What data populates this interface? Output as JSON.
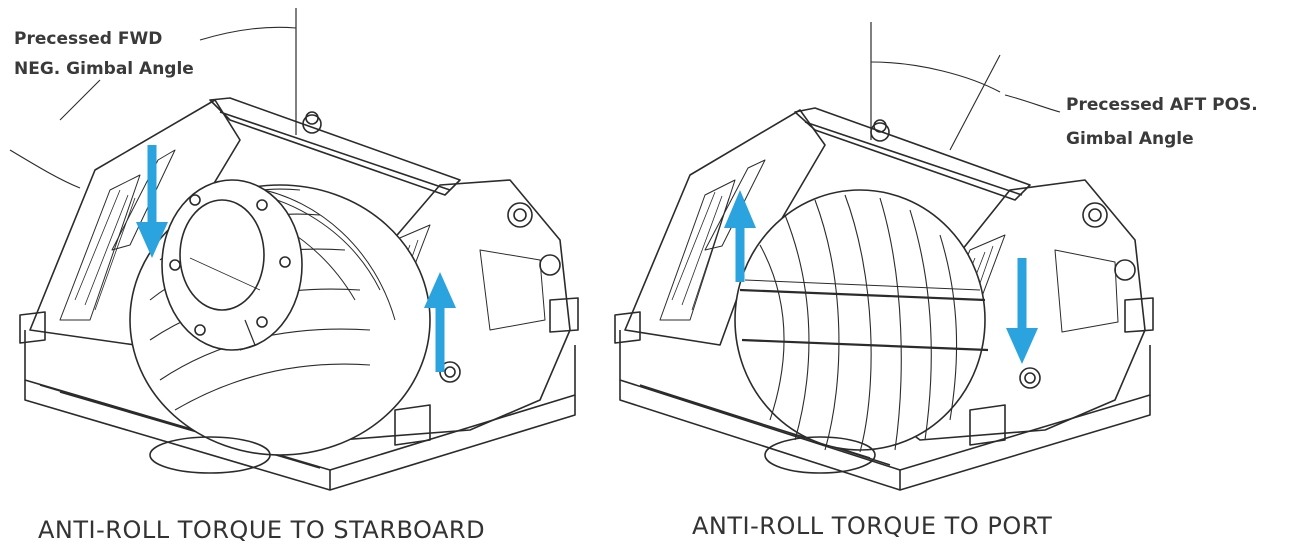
{
  "left_figure": {
    "label_line1": "Precessed FWD",
    "label_line2": "NEG. Gimbal Angle",
    "caption": "ANTI-ROLL TORQUE TO STARBOARD"
  },
  "right_figure": {
    "label_line1": "Precessed AFT POS.",
    "label_line2": "Gimbal Angle",
    "caption": "ANTI-ROLL TORQUE TO PORT"
  },
  "colors": {
    "arrow": "#2aa3de",
    "line": "#2b2b2b",
    "text": "#3a3a3a"
  },
  "icons": [
    "arrow-down-icon",
    "arrow-up-icon",
    "gyro-assembly-drawing"
  ]
}
